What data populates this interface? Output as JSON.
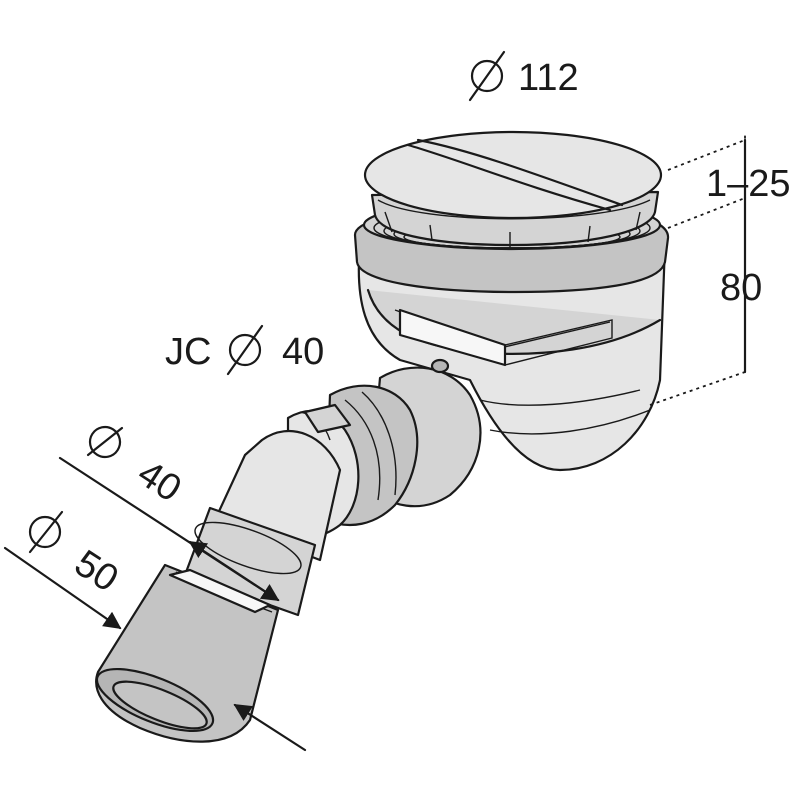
{
  "dimensions": {
    "cover_diameter": "112",
    "height_adjust": "1–25",
    "height": "80",
    "jc_prefix": "JC",
    "jc_diameter": "40",
    "outlet_inner": "40",
    "outlet_outer": "50"
  },
  "colors": {
    "stroke": "#1a1a1a",
    "shade_light": "#e6e6e6",
    "shade_mid": "#d4d4d4",
    "shade_dark": "#b5b5b5"
  }
}
